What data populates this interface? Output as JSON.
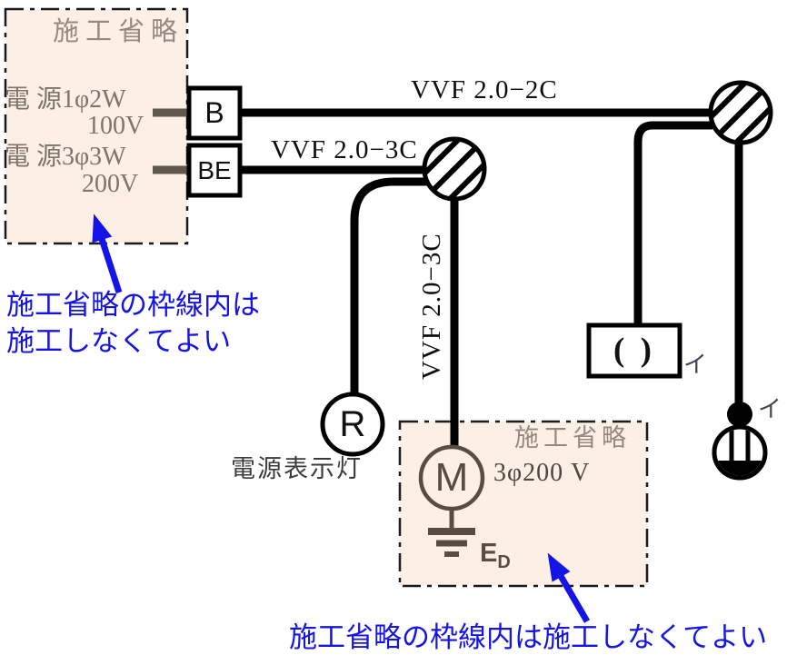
{
  "colors": {
    "panel_background": "#fcefe6",
    "annotation_blue": "#1414e6",
    "panel_gray_text": "#95897d",
    "source_text": "#7f7469",
    "motor_brown": "#5a4c40",
    "wire_black": "#000000"
  },
  "power_panel": {
    "title": "施工省略",
    "source1": "電 源1φ2W",
    "source1_voltage": "100V",
    "source2": "電 源3φ3W",
    "source2_voltage": "200V"
  },
  "breakers": {
    "b": "B",
    "be": "BE"
  },
  "cables": {
    "top": "VVF 2.0−2C",
    "middle": "VVF 2.0−3C",
    "vertical": "VVF 2.0−3C"
  },
  "notes": {
    "top_line1": "施工省略の枠線内は",
    "top_line2": "施工しなくてよい",
    "bottom": "施工省略の枠線内は施工しなくてよい"
  },
  "lamp_receptacle": {
    "letter": "R",
    "caption": "電源表示灯"
  },
  "switch": {
    "symbol": "( )",
    "label": "イ"
  },
  "ceiling_lamp": {
    "label": "イ"
  },
  "motor_panel": {
    "title": "施工省略",
    "motor_letter": "M",
    "rating": "3φ200 V",
    "ground_main": "E",
    "ground_sub": "D"
  }
}
